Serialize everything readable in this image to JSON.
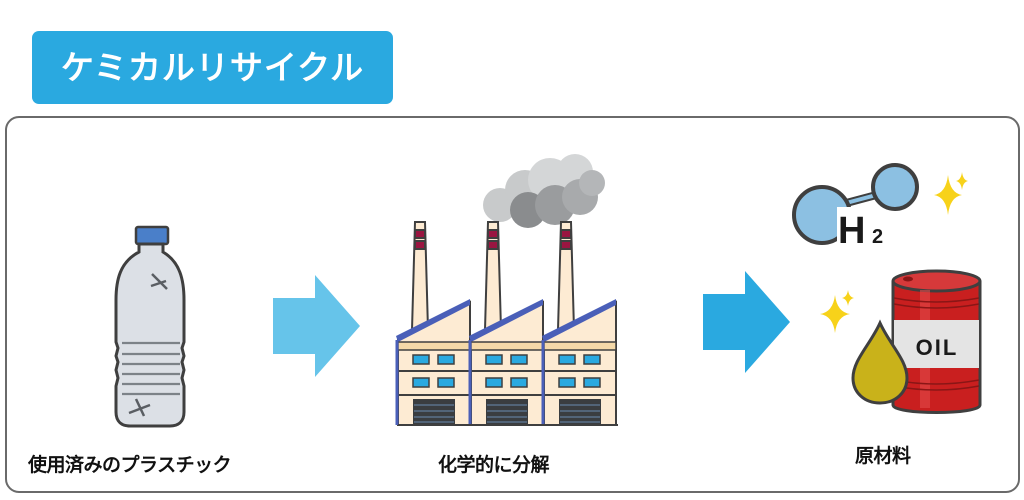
{
  "title": "ケミカルリサイクル",
  "steps": [
    {
      "label": "使用済みのプラスチック",
      "icon": "plastic-bottle-icon"
    },
    {
      "label": "化学的に分解",
      "icon": "factory-icon"
    },
    {
      "label": "原材料",
      "icon": "raw-materials-icon"
    }
  ],
  "outputs": {
    "hydrogen_label": "H",
    "hydrogen_subscript": "2",
    "oil_label": "OIL"
  },
  "colors": {
    "title_bg": "#2aa9e0",
    "arrow_1": "#66c4ea",
    "arrow_2": "#2aa9e0",
    "frame_border": "#6a6a6a"
  }
}
